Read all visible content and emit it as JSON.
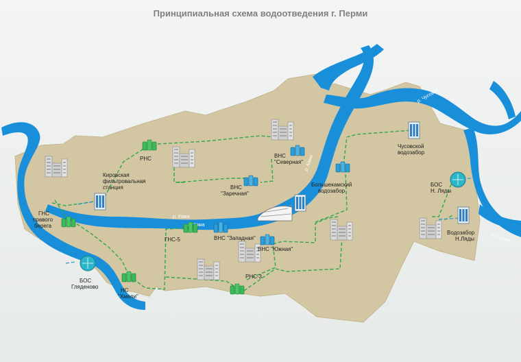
{
  "title": "Принципиальная схема водоотведения г. Перми",
  "colors": {
    "water": "#1a8fd9",
    "land": "#d5c8a5",
    "pipe": "#2ea84a",
    "pipe_blue": "#3aa0d8",
    "pump": "#3cba59",
    "pump_blue": "#2a9ed8"
  },
  "rivers": {
    "kama1": "р. Кама",
    "kama2": "р. Кама",
    "kama3": "р. Кама",
    "chusovaya": "р. Чусовая",
    "sylva": "р. Сылва"
  },
  "labels": {
    "rns_top": "РНС",
    "kirov_1": "Кировская",
    "kirov_2": "фильтровальная",
    "kirov_3": "станция",
    "gns_1": "ГНС",
    "gns_2": "правого",
    "gns_3": "берега",
    "bos_g_1": "БОС",
    "bos_g_2": "Гляденово",
    "ns_h_1": "НС",
    "ns_h_2": "\"Хмели\"",
    "vns_z_1": "ВНС",
    "vns_z_2": "\"Заречная\"",
    "vns_s_1": "ВНС",
    "vns_s_2": "\"Северная\"",
    "gns5": "ГНС-5",
    "vns_zap": "ВНС \"Западная\"",
    "vns_yuzh": "ВНС \"Южная\"",
    "rns3": "РНС-3",
    "bolsh_1": "Большекамский",
    "bolsh_2": "водозабор",
    "chus_1": "Чусовской",
    "chus_2": "водозабор",
    "bos_n_1": "БОС",
    "bos_n_2": "Н. Ляды",
    "vodozabor_n_1": "Водозабор",
    "vodozabor_n_2": "Н.Ляды"
  }
}
